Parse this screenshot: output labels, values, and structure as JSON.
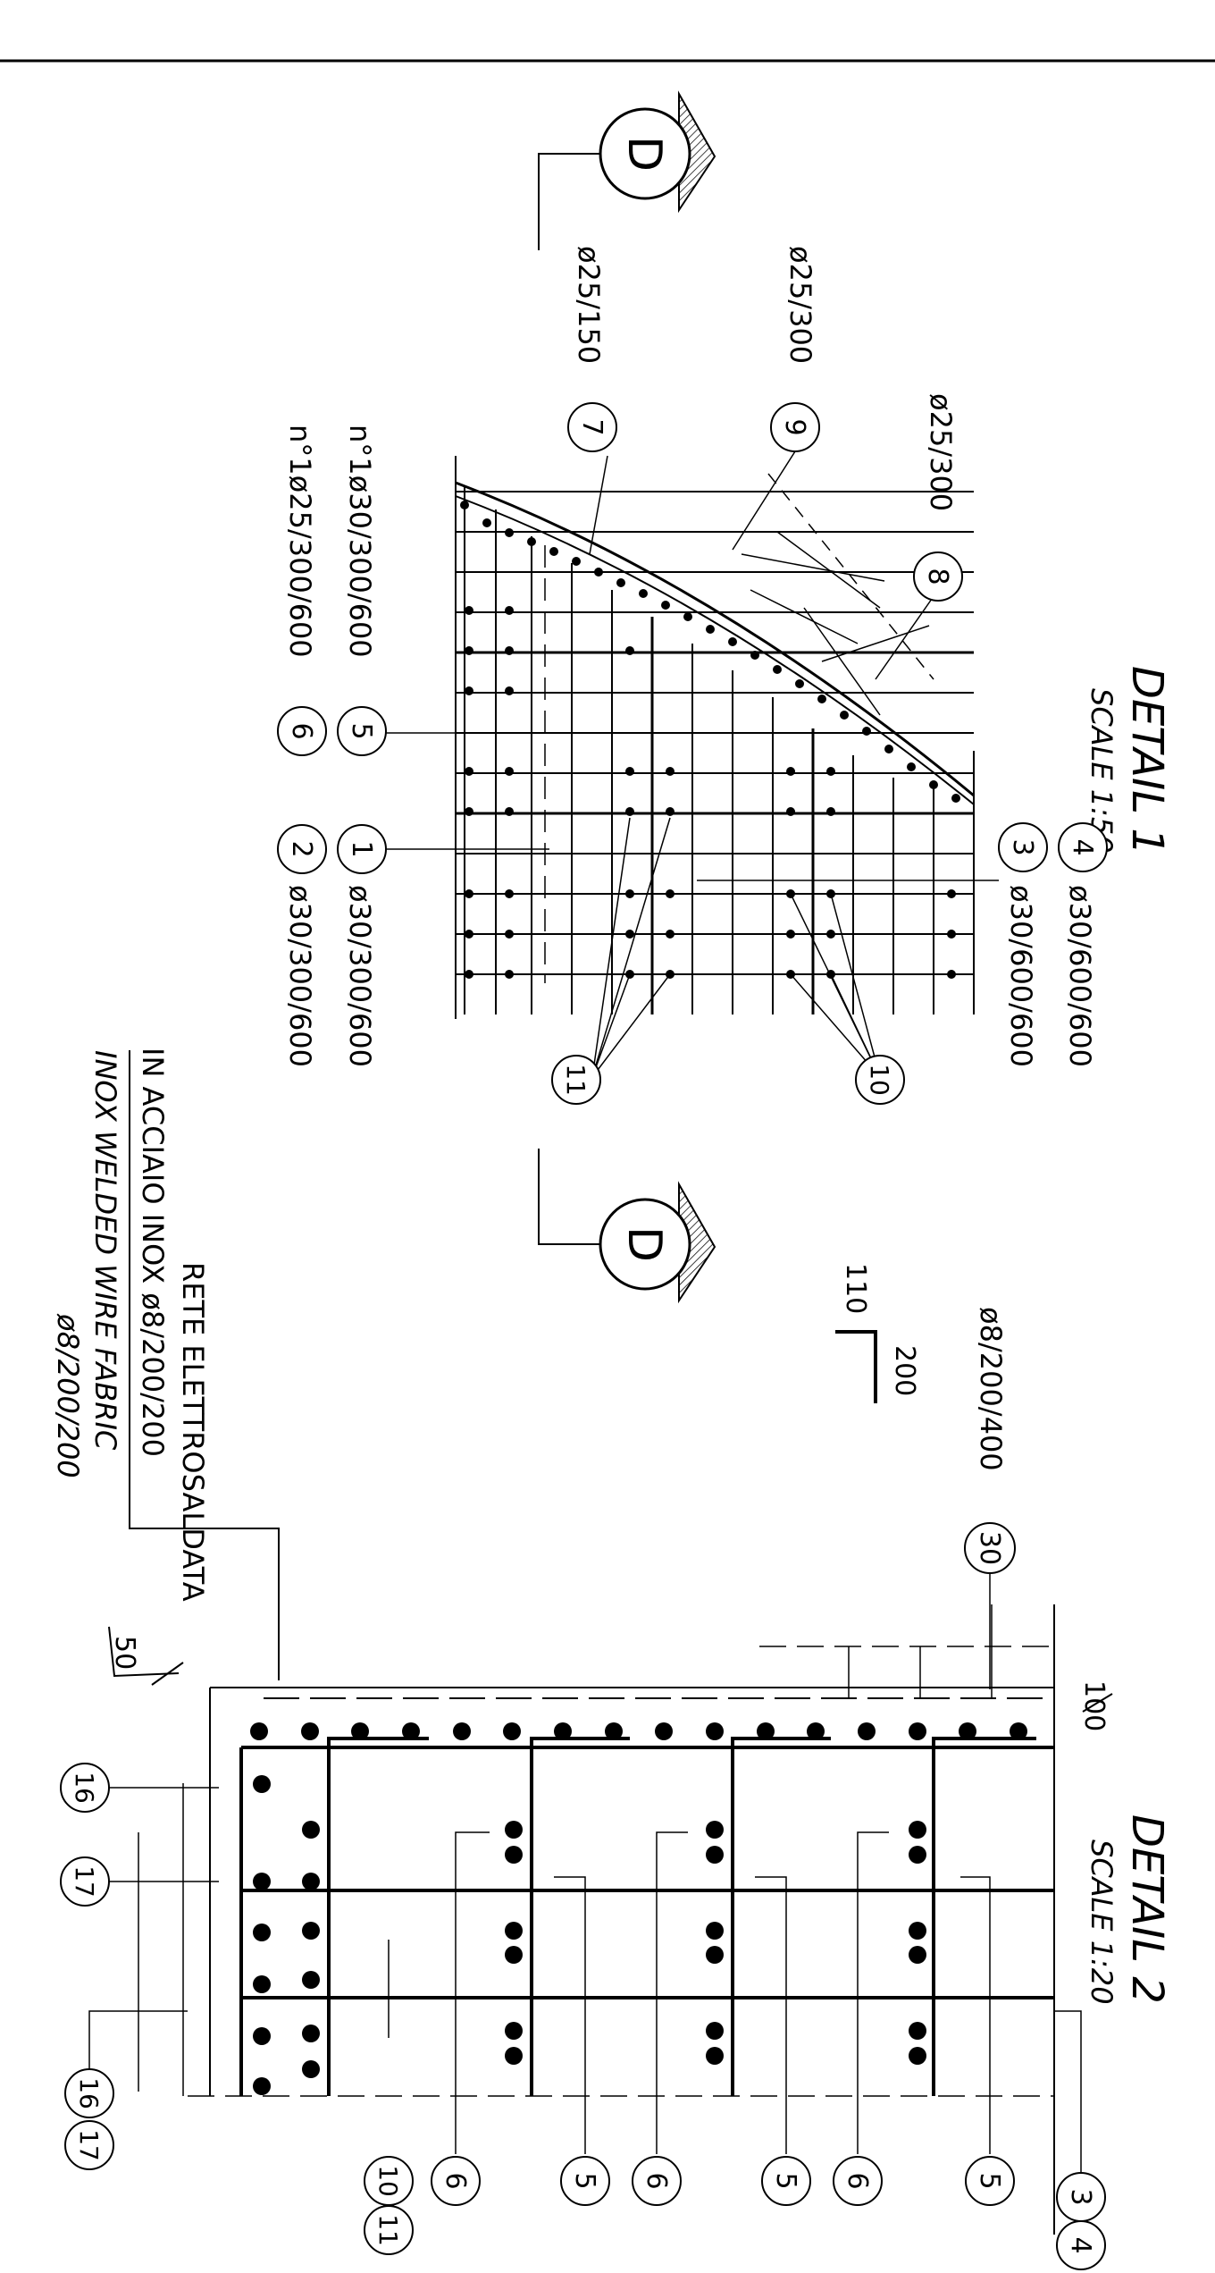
{
  "detail1": {
    "title": "DETAIL 1",
    "scale": "SCALE 1:50",
    "section_mark": "D",
    "callouts": {
      "c1": "1",
      "c2": "2",
      "c3": "3",
      "c4": "4",
      "c5": "5",
      "c6": "6",
      "c7": "7",
      "c8": "8",
      "c9": "9",
      "c10": "10",
      "c11": "11"
    },
    "labels": {
      "bar4": "ø30/600/600",
      "bar3": "ø30/600/600",
      "bar8": "ø25/300",
      "bar9": "ø25/300",
      "bar7": "ø25/150",
      "bar5": "n°1ø30/300/600",
      "bar6": "n°1ø25/300/600",
      "bar1": "ø30/300/600",
      "bar2": "ø30/300/600"
    }
  },
  "mesh": {
    "label_line1": "RETE ELETTROSALDATA",
    "label_line2": "IN ACCIAIO INOX ø8/200/200",
    "label_line3": "INOX WELDED WIRE FABRIC",
    "label_line4": "ø8/200/200",
    "dim_a": "110",
    "dim_b": "200",
    "bar30_label": "ø8/200/400",
    "bar30": "30"
  },
  "detail2": {
    "title": "DETAIL 2",
    "scale": "SCALE 1:20",
    "dim_top": "100",
    "dim_bottom": "50",
    "callouts": {
      "c3": "3",
      "c4": "4",
      "c5a": "5",
      "c6a": "6",
      "c5b": "5",
      "c6b": "6",
      "c5c": "5",
      "c6c": "6",
      "c10": "10",
      "c11": "11",
      "c16": "16",
      "c17": "17",
      "c16b": "16",
      "c17b": "17"
    }
  }
}
